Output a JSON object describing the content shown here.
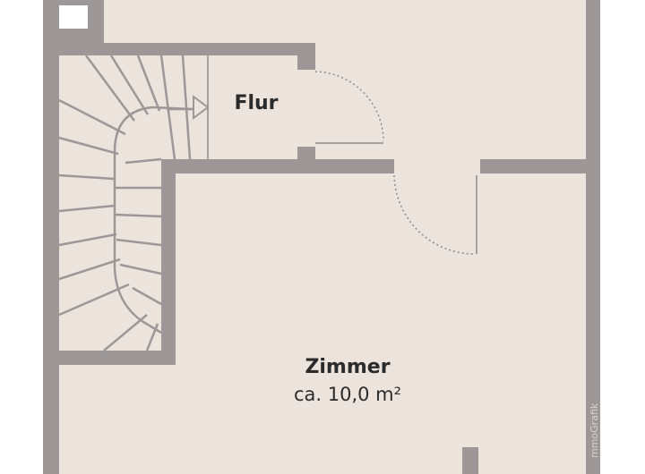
{
  "rooms": {
    "flur": {
      "name": "Flur"
    },
    "zimmer": {
      "name": "Zimmer",
      "area": "ca. 10,0 m²"
    }
  },
  "credit": "mmoGrafik",
  "colors": {
    "floor": "#ebe3dc",
    "wall": "#9d9798",
    "line": "#8f8a8b",
    "text": "#2b2b2b",
    "background": "#ffffff"
  }
}
